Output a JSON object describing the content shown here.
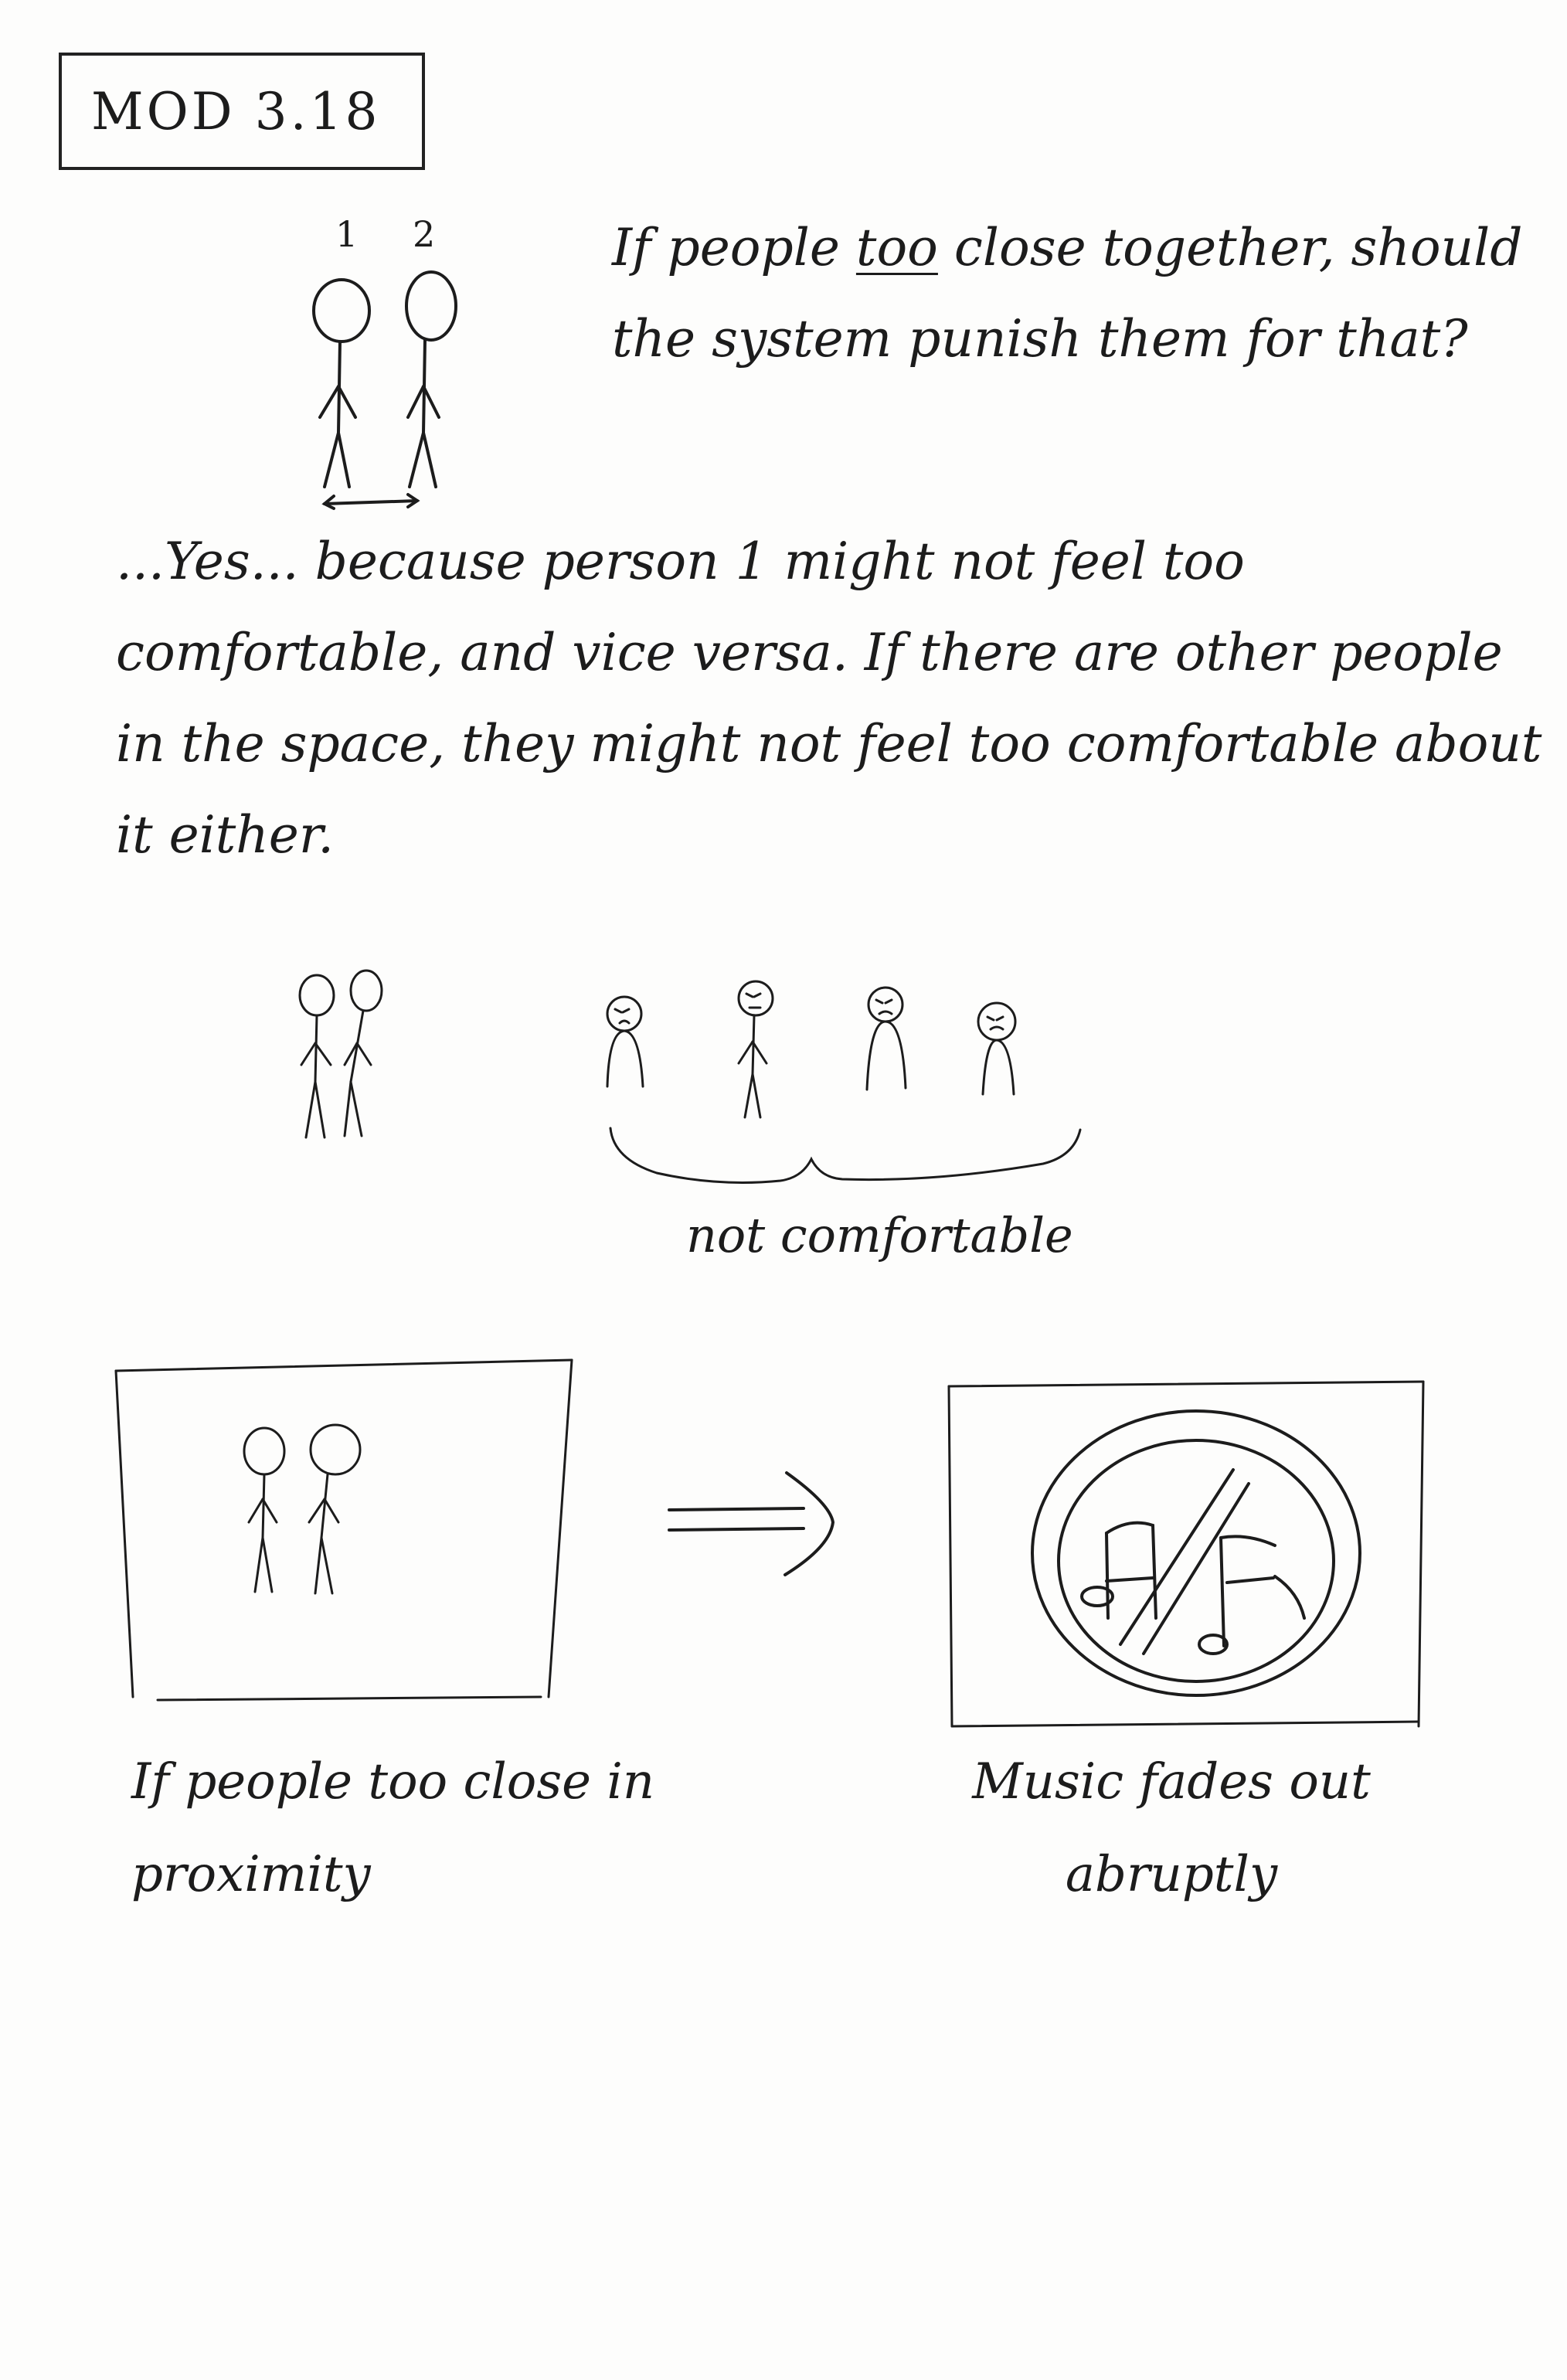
{
  "date_tag": "MOD 3.18",
  "figure1": {
    "label_1": "1",
    "label_2": "2"
  },
  "question": {
    "part1": "If people ",
    "underlined": "too",
    "part2": " close together, should the system punish them for that?"
  },
  "answer": "...Yes... because person 1 might not feel too comfortable, and vice versa. If there are other people in the space, they might not feel too comfortable about it either.",
  "crowd_caption": "not comfortable",
  "storyboard": {
    "left_caption": "If people too close in proximity",
    "right_caption": "Music fades out abruptly"
  }
}
